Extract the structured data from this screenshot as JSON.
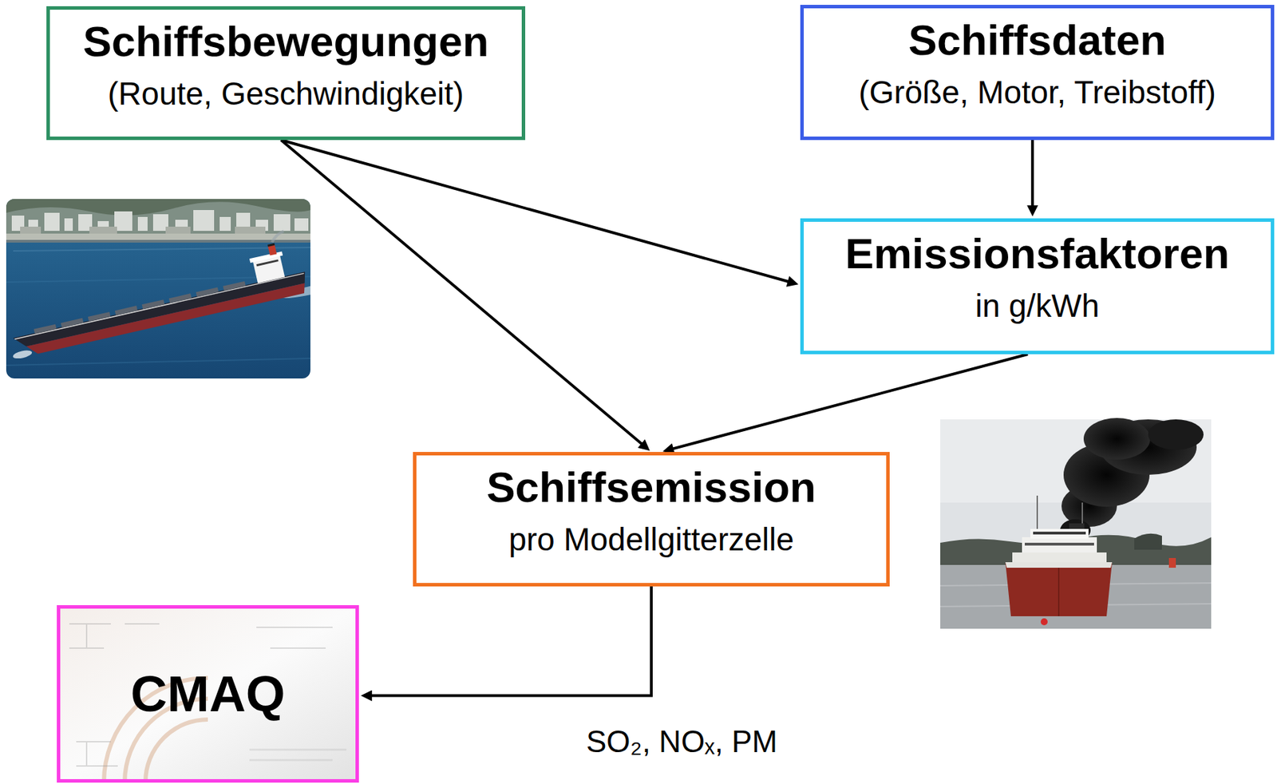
{
  "diagram": {
    "nodes": [
      {
        "text": [
          "Schiffsbewegungen",
          "(Route, Geschwindigkeit)"
        ]
      },
      {
        "text": [
          "Schiffsdaten",
          "(Größe, Motor, Treibstoff)"
        ]
      },
      {
        "text": [
          "Emissionsfaktoren",
          "in g/kWh"
        ]
      },
      {
        "text": [
          "Schiffsemission",
          "pro Modellgitterzelle"
        ]
      },
      {
        "text": [
          "CMAQ"
        ]
      }
    ],
    "edges": [
      {
        "from": 0,
        "to": 2,
        "arrow": "to"
      },
      {
        "from": 0,
        "to": 3,
        "arrow": "to"
      },
      {
        "from": 1,
        "to": 2,
        "arrow": "to"
      },
      {
        "from": 2,
        "to": 3,
        "arrow": "to"
      },
      {
        "from": 3,
        "to": 4,
        "arrow": "to",
        "label": "SO₂, NOₓ, PM"
      }
    ]
  }
}
